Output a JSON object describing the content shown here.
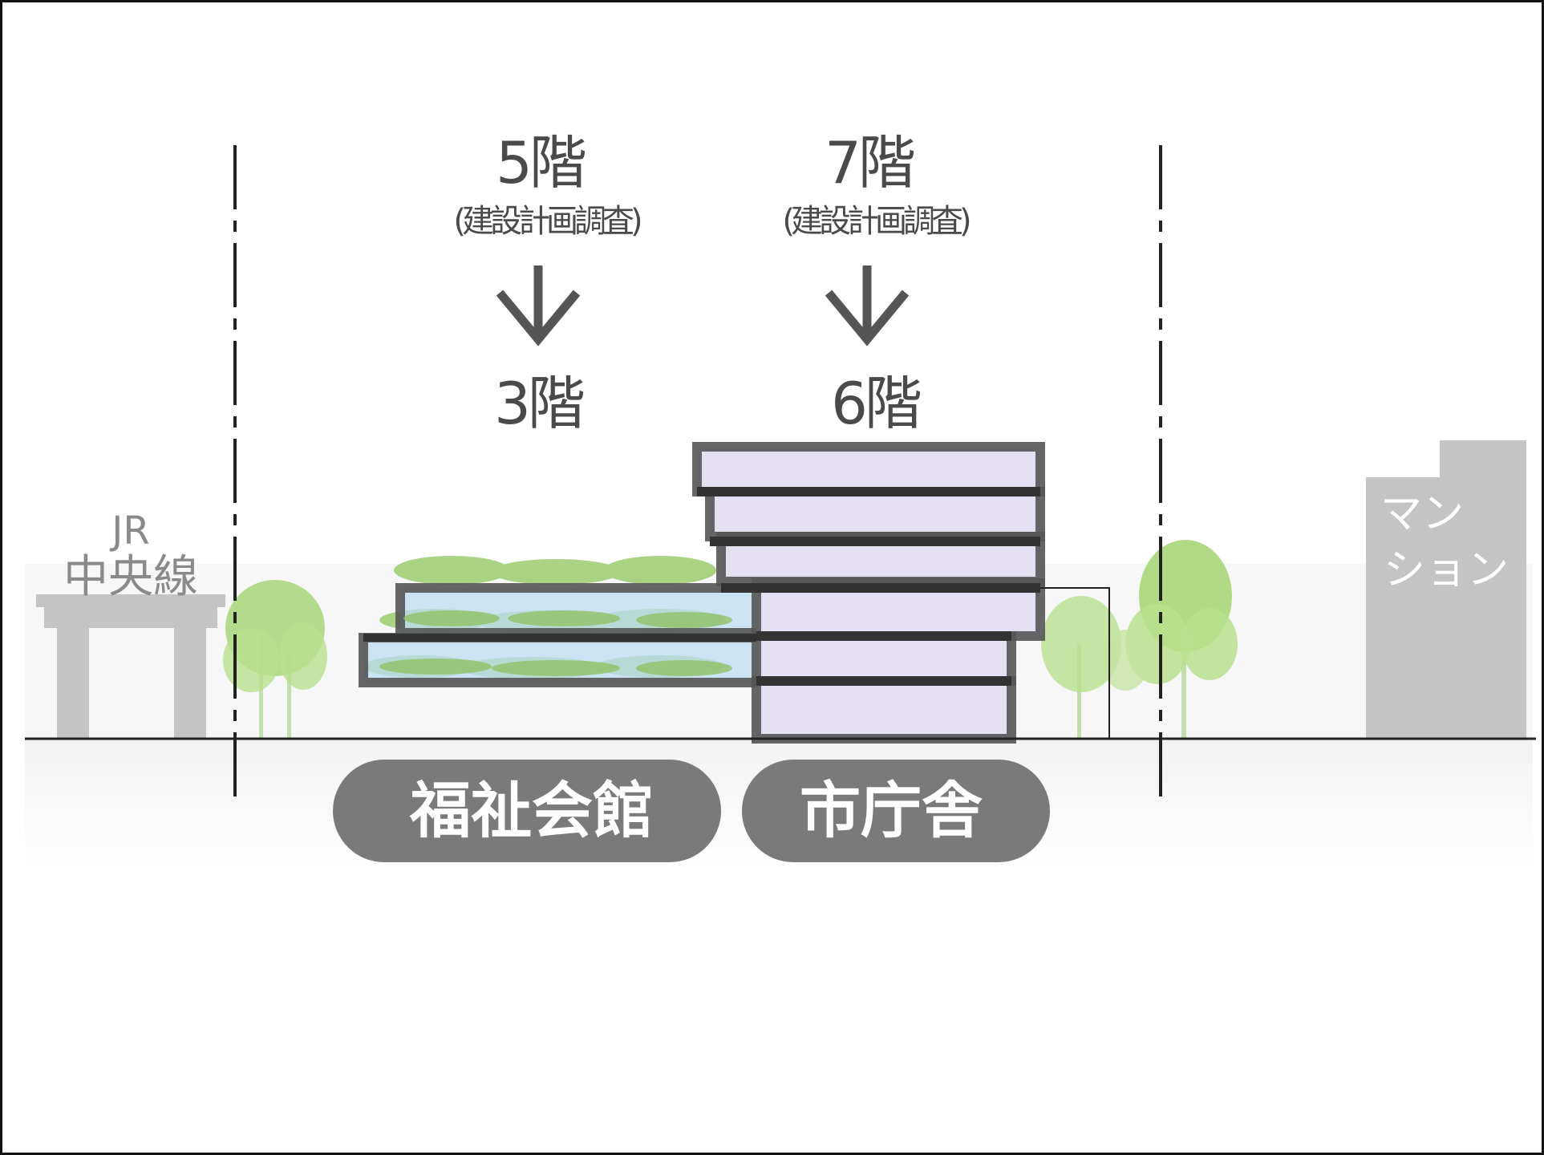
{
  "fukushi": {
    "before": "5階",
    "note": "(建設計画調査)",
    "after": "3階",
    "name": "福祉会館"
  },
  "chosha": {
    "before": "7階",
    "note": "(建設計画調査)",
    "after": "6階",
    "name": "市庁舎"
  },
  "jr": {
    "line1": "JR",
    "line2": "中央線"
  },
  "mansion": {
    "line1": "マン",
    "line2": "ション"
  },
  "colors": {
    "text": "#4a4a4a",
    "pill": "#7a7a7a",
    "outline": "#555555",
    "glass": "#bcdcf2",
    "floor": "#e4e0f2",
    "tree": "#a8d67a",
    "greenery": "#8fc060",
    "gray_building": "#c4c4c4"
  }
}
